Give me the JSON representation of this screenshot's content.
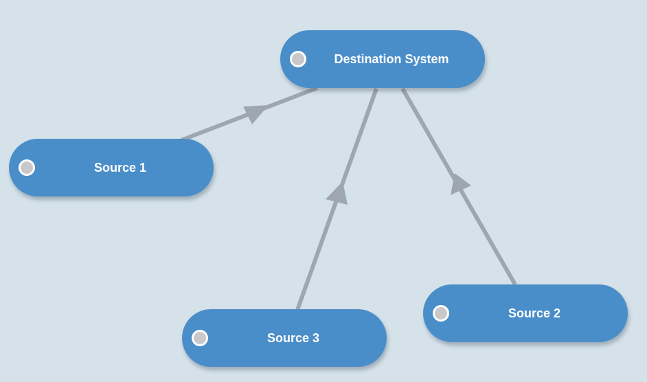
{
  "colors": {
    "background": "#d5e2ea",
    "node_fill": "#4a8ec9",
    "node_text": "#ffffff",
    "port_fill": "#c9c9cb",
    "port_border": "#ffffff",
    "edge": "#9ea6b0"
  },
  "nodes": {
    "destination": {
      "label": "Destination System"
    },
    "source_1": {
      "label": "Source 1"
    },
    "source_2": {
      "label": "Source 2"
    },
    "source_3": {
      "label": "Source 3"
    }
  },
  "edges": [
    {
      "from": "Source 1",
      "to": "Destination System"
    },
    {
      "from": "Source 3",
      "to": "Destination System"
    },
    {
      "from": "Source 2",
      "to": "Destination System"
    }
  ]
}
